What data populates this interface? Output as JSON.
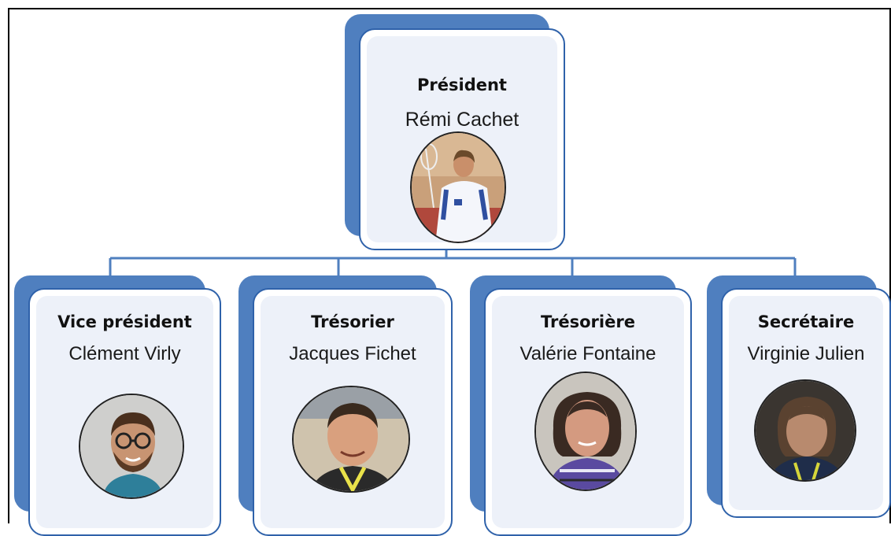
{
  "org_chart": {
    "top": {
      "role": "Président",
      "name": "Rémi Cachet"
    },
    "members": [
      {
        "role": "Vice président",
        "name": "Clément Virly"
      },
      {
        "role": "Trésorier",
        "name": "Jacques Fichet"
      },
      {
        "role": "Trésorière",
        "name": "Valérie Fontaine"
      },
      {
        "role": "Secrétaire",
        "name": "Virginie Julien"
      }
    ]
  },
  "colors": {
    "card_back": "#4f7fbf",
    "card_border": "#2f62aa",
    "card_fill": "#edf1f9",
    "connector": "#4f7fbf"
  }
}
